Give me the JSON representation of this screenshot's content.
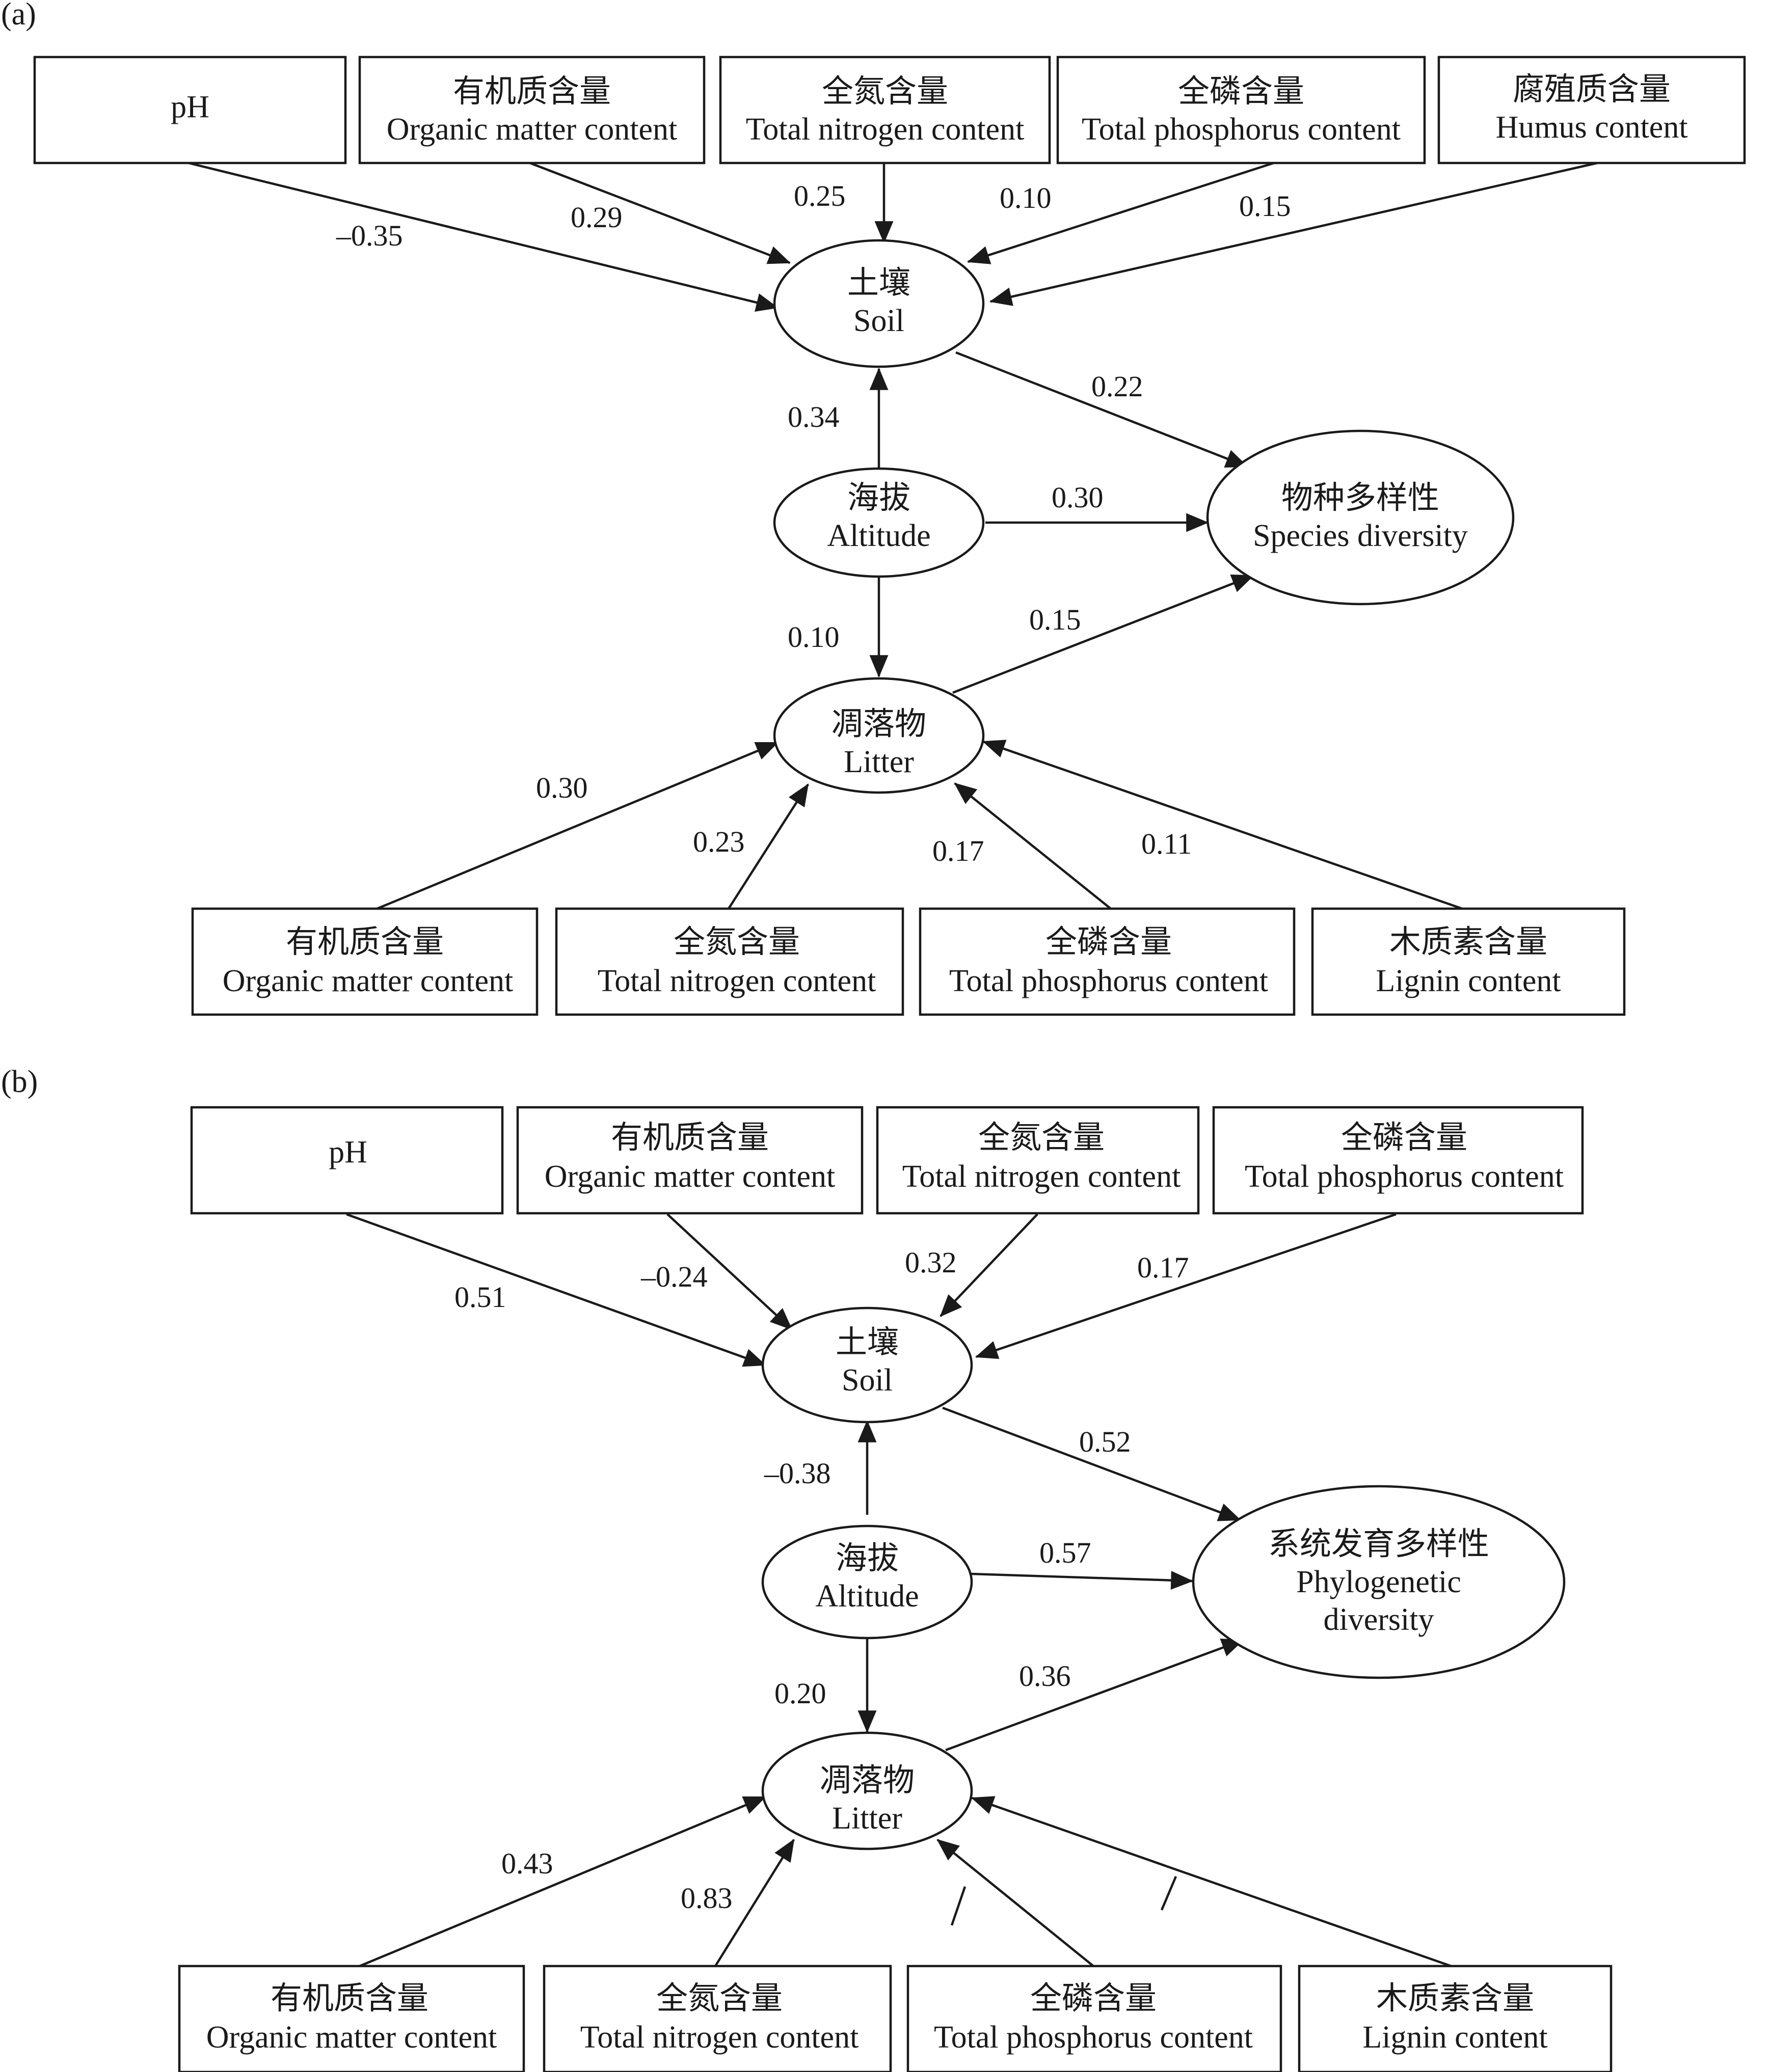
{
  "panel_a": {
    "label": "(a)",
    "nodes": {
      "ph": {
        "zh": "",
        "en": "pH"
      },
      "om": {
        "zh": "有机质含量",
        "en": "Organic matter content"
      },
      "tn": {
        "zh": "全氮含量",
        "en": "Total nitrogen content"
      },
      "tp": {
        "zh": "全磷含量",
        "en": "Total phosphorus content"
      },
      "hu": {
        "zh": "腐殖质含量",
        "en": "Humus content"
      },
      "soil": {
        "zh": "土壤",
        "en": "Soil"
      },
      "alt": {
        "zh": "海拔",
        "en": "Altitude"
      },
      "div": {
        "zh": "物种多样性",
        "en": "Species diversity"
      },
      "lit": {
        "zh": "凋落物",
        "en": "Litter"
      },
      "lom": {
        "zh": "有机质含量",
        "en": "Organic matter content"
      },
      "ltn": {
        "zh": "全氮含量",
        "en": "Total nitrogen content"
      },
      "ltp": {
        "zh": "全磷含量",
        "en": "Total phosphorus content"
      },
      "llg": {
        "zh": "木质素含量",
        "en": "Lignin content"
      }
    },
    "coefs": {
      "ph_soil": "–0.35",
      "om_soil": "0.29",
      "tn_soil": "0.25",
      "tp_soil": "0.10",
      "hu_soil": "0.15",
      "soil_div": "0.22",
      "alt_soil": "0.34",
      "alt_div": "0.30",
      "alt_lit": "0.10",
      "lit_div": "0.15",
      "lom_lit": "0.30",
      "ltn_lit": "0.23",
      "ltp_lit": "0.17",
      "llg_lit": "0.11"
    }
  },
  "panel_b": {
    "label": "(b)",
    "nodes": {
      "ph": {
        "zh": "",
        "en": "pH"
      },
      "om": {
        "zh": "有机质含量",
        "en": "Organic matter content"
      },
      "tn": {
        "zh": "全氮含量",
        "en": "Total nitrogen content"
      },
      "tp": {
        "zh": "全磷含量",
        "en": "Total phosphorus content"
      },
      "soil": {
        "zh": "土壤",
        "en": "Soil"
      },
      "alt": {
        "zh": "海拔",
        "en": "Altitude"
      },
      "div": {
        "zh": "系统发育多样性",
        "en1": "Phylogenetic",
        "en2": "diversity"
      },
      "lit": {
        "zh": "凋落物",
        "en": "Litter"
      },
      "lom": {
        "zh": "有机质含量",
        "en": "Organic matter content"
      },
      "ltn": {
        "zh": "全氮含量",
        "en": "Total nitrogen content"
      },
      "ltp": {
        "zh": "全磷含量",
        "en": "Total phosphorus content"
      },
      "llg": {
        "zh": "木质素含量",
        "en": "Lignin content"
      }
    },
    "coefs": {
      "ph_soil": "0.51",
      "om_soil": "–0.24",
      "tn_soil": "0.32",
      "tp_soil": "0.17",
      "soil_div": "0.52",
      "alt_soil": "–0.38",
      "alt_div": "0.57",
      "alt_lit": "0.20",
      "lit_div": "0.36",
      "lom_lit": "0.43",
      "ltn_lit": "0.83"
    }
  }
}
